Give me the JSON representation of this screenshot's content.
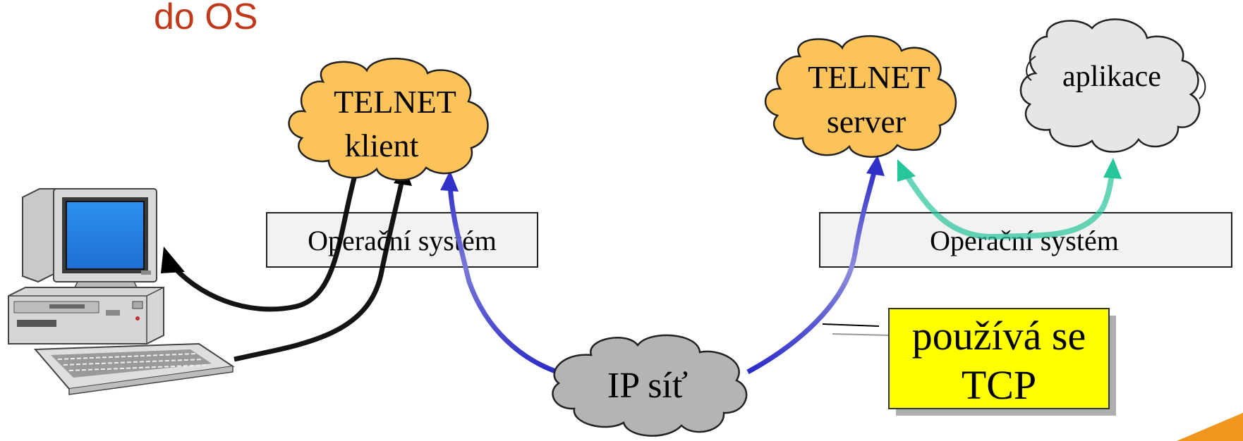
{
  "slide": {
    "title_fragment": "do OS",
    "title_color": "#c0391b",
    "accent_corner_color": "#f0961e"
  },
  "nodes": {
    "telnet_client": {
      "line1": "TELNET",
      "line2": "klient",
      "color": "#fcc35a"
    },
    "telnet_server": {
      "line1": "TELNET",
      "line2": "server",
      "color": "#fcc35a"
    },
    "application": {
      "label": "aplikace",
      "color": "#e6e6e6"
    },
    "ip_network": {
      "label": "IP síť",
      "color": "#b4b4b4"
    }
  },
  "os_boxes": {
    "left": {
      "label": "Operační systém"
    },
    "right": {
      "label": "Operační systém"
    }
  },
  "callout": {
    "line1": "používá se",
    "line2": "TCP",
    "color": "#ffff00"
  },
  "arrow_colors": {
    "terminal": "#000000",
    "network": "#3535c8",
    "application": "#26c59a"
  },
  "icons": {
    "terminal": "computer-terminal-icon"
  }
}
